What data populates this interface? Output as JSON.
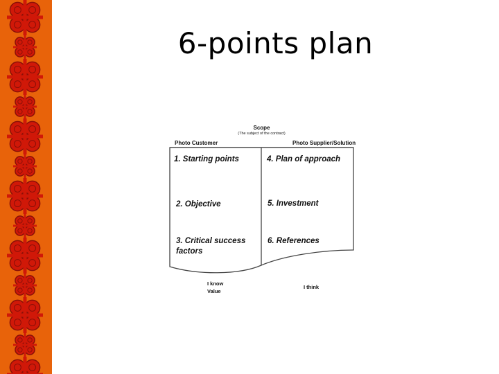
{
  "slide": {
    "title": "6-points plan"
  },
  "theme": {
    "border_color": "#e8630a",
    "ornament_color": "#d01808",
    "ornament_outline": "#8a1008"
  },
  "diagram": {
    "scope_label": "Scope",
    "scope_subtitle": "(The subject of the contract)",
    "left_header": "Photo Customer",
    "right_header": "Photo Supplier/Solution",
    "points": [
      {
        "label": "1. Starting points"
      },
      {
        "label": "2. Objective"
      },
      {
        "label": "3. Critical success factors"
      },
      {
        "label": "4. Plan of approach"
      },
      {
        "label": "5. Investment"
      },
      {
        "label": "6. References"
      }
    ],
    "bottom_left_line1": "I know",
    "bottom_left_line2": "Value",
    "bottom_right": "I think"
  }
}
